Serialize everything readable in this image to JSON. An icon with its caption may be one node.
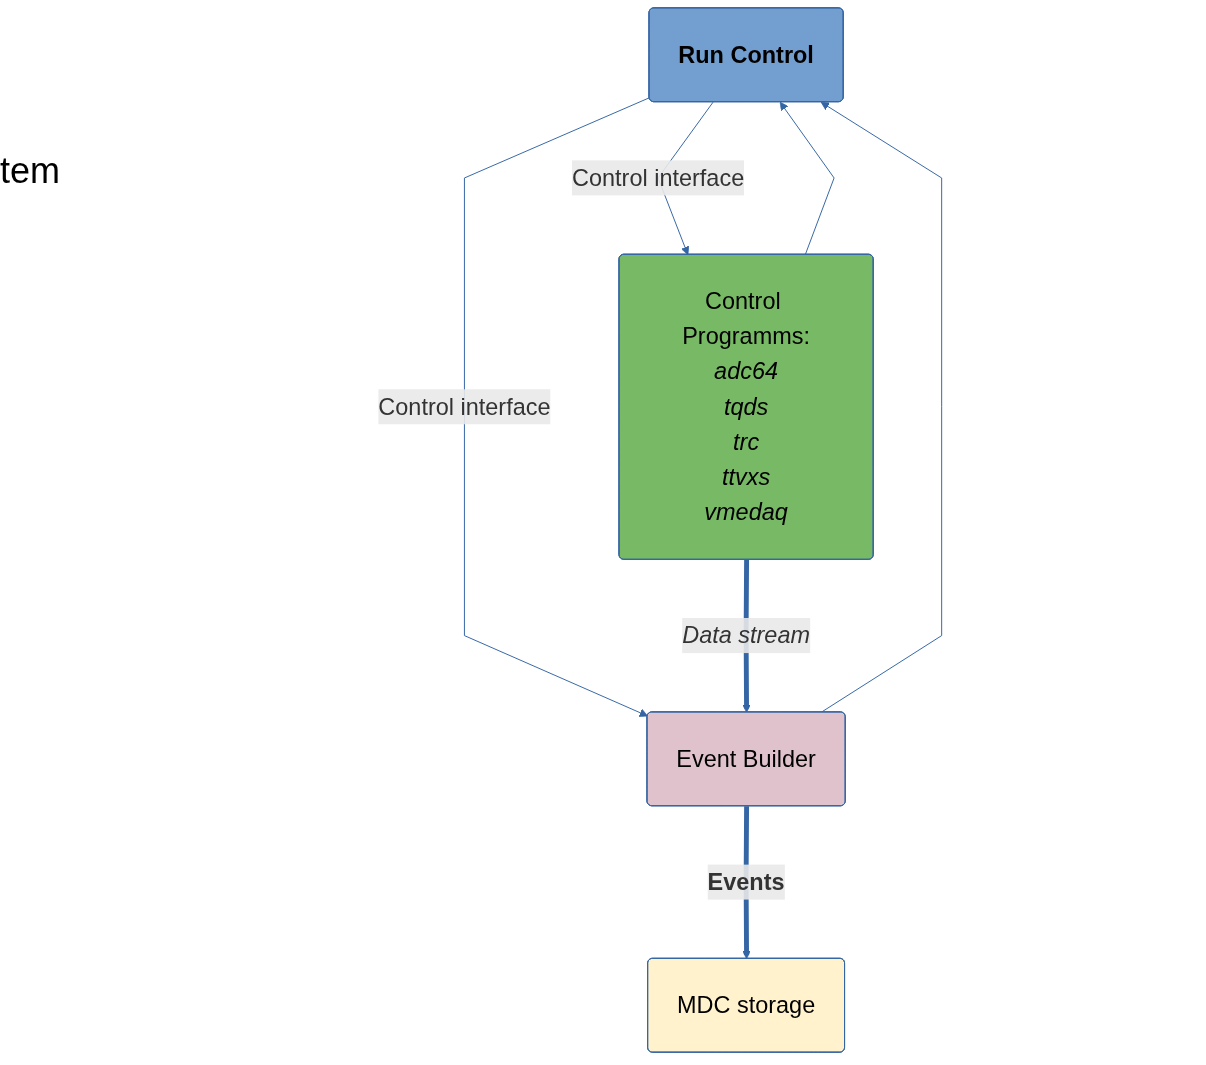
{
  "diagram": {
    "nodes": [
      {
        "text": [
          "Run Control"
        ]
      },
      {
        "text": [
          "Control Programms:",
          "adc64",
          "tqds",
          "trc",
          "ttvxs",
          "vmedaq"
        ]
      },
      {
        "text": [
          "Event Builder"
        ]
      },
      {
        "text": [
          "MDC storage"
        ]
      }
    ],
    "edges": [
      {
        "from": 1,
        "to": 0,
        "arrow": "to"
      },
      {
        "from": 0,
        "to": 1,
        "arrow": "to",
        "label": "Control interface"
      },
      {
        "from": 0,
        "to": 2,
        "arrow": "to",
        "label": "Control interface"
      },
      {
        "from": 2,
        "to": 0,
        "arrow": "to"
      },
      {
        "from": 1,
        "to": 2,
        "arrow": "to",
        "label": "Data stream",
        "style": "thick"
      },
      {
        "from": 2,
        "to": 3,
        "arrow": "to",
        "label": "Events",
        "style": "thick"
      }
    ],
    "labels": [
      "tem"
    ]
  }
}
